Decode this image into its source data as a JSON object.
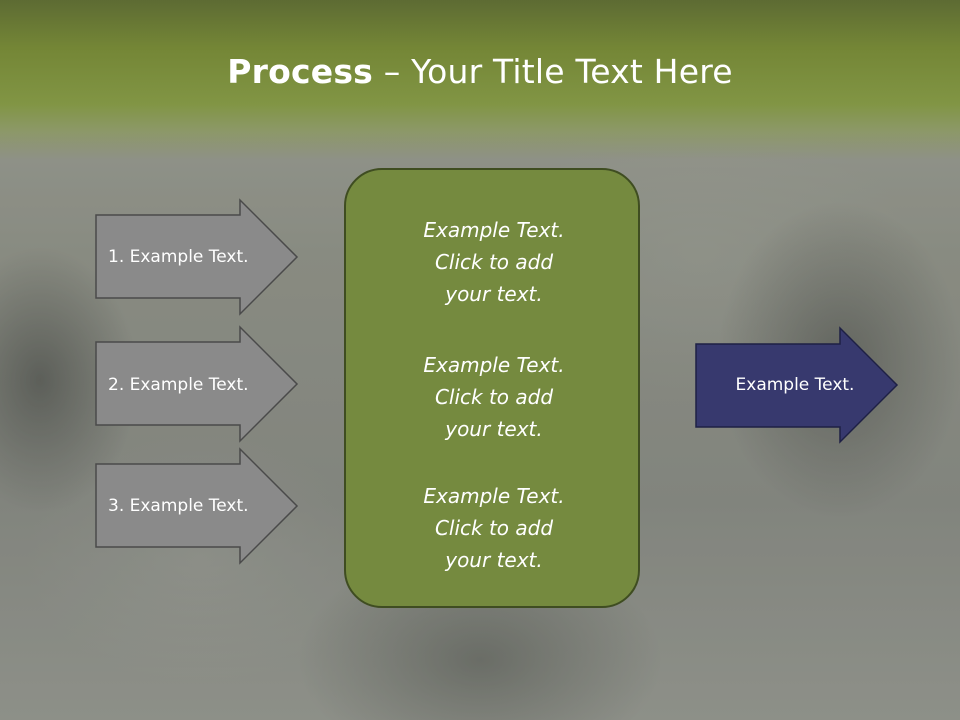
{
  "slide": {
    "title_bold": "Process",
    "title_rest": " – Your Title Text Here"
  },
  "left_arrows": [
    {
      "label": "1. Example Text."
    },
    {
      "label": "2. Example Text."
    },
    {
      "label": "3. Example Text."
    }
  ],
  "center_box": {
    "items": [
      {
        "lines": [
          "Example Text.",
          "Click  to add",
          "your text."
        ]
      },
      {
        "lines": [
          "Example Text.",
          "Click  to add",
          "your text."
        ]
      },
      {
        "lines": [
          "Example Text.",
          "Click  to add",
          "your text."
        ]
      }
    ]
  },
  "right_arrow": {
    "label": "Example Text."
  },
  "colors": {
    "title_band": "#7a8c3c",
    "left_arrow_fill": "#8a8a8a",
    "center_box_fill": "#758a3f",
    "right_arrow_fill": "#37396e",
    "text": "#ffffff"
  }
}
